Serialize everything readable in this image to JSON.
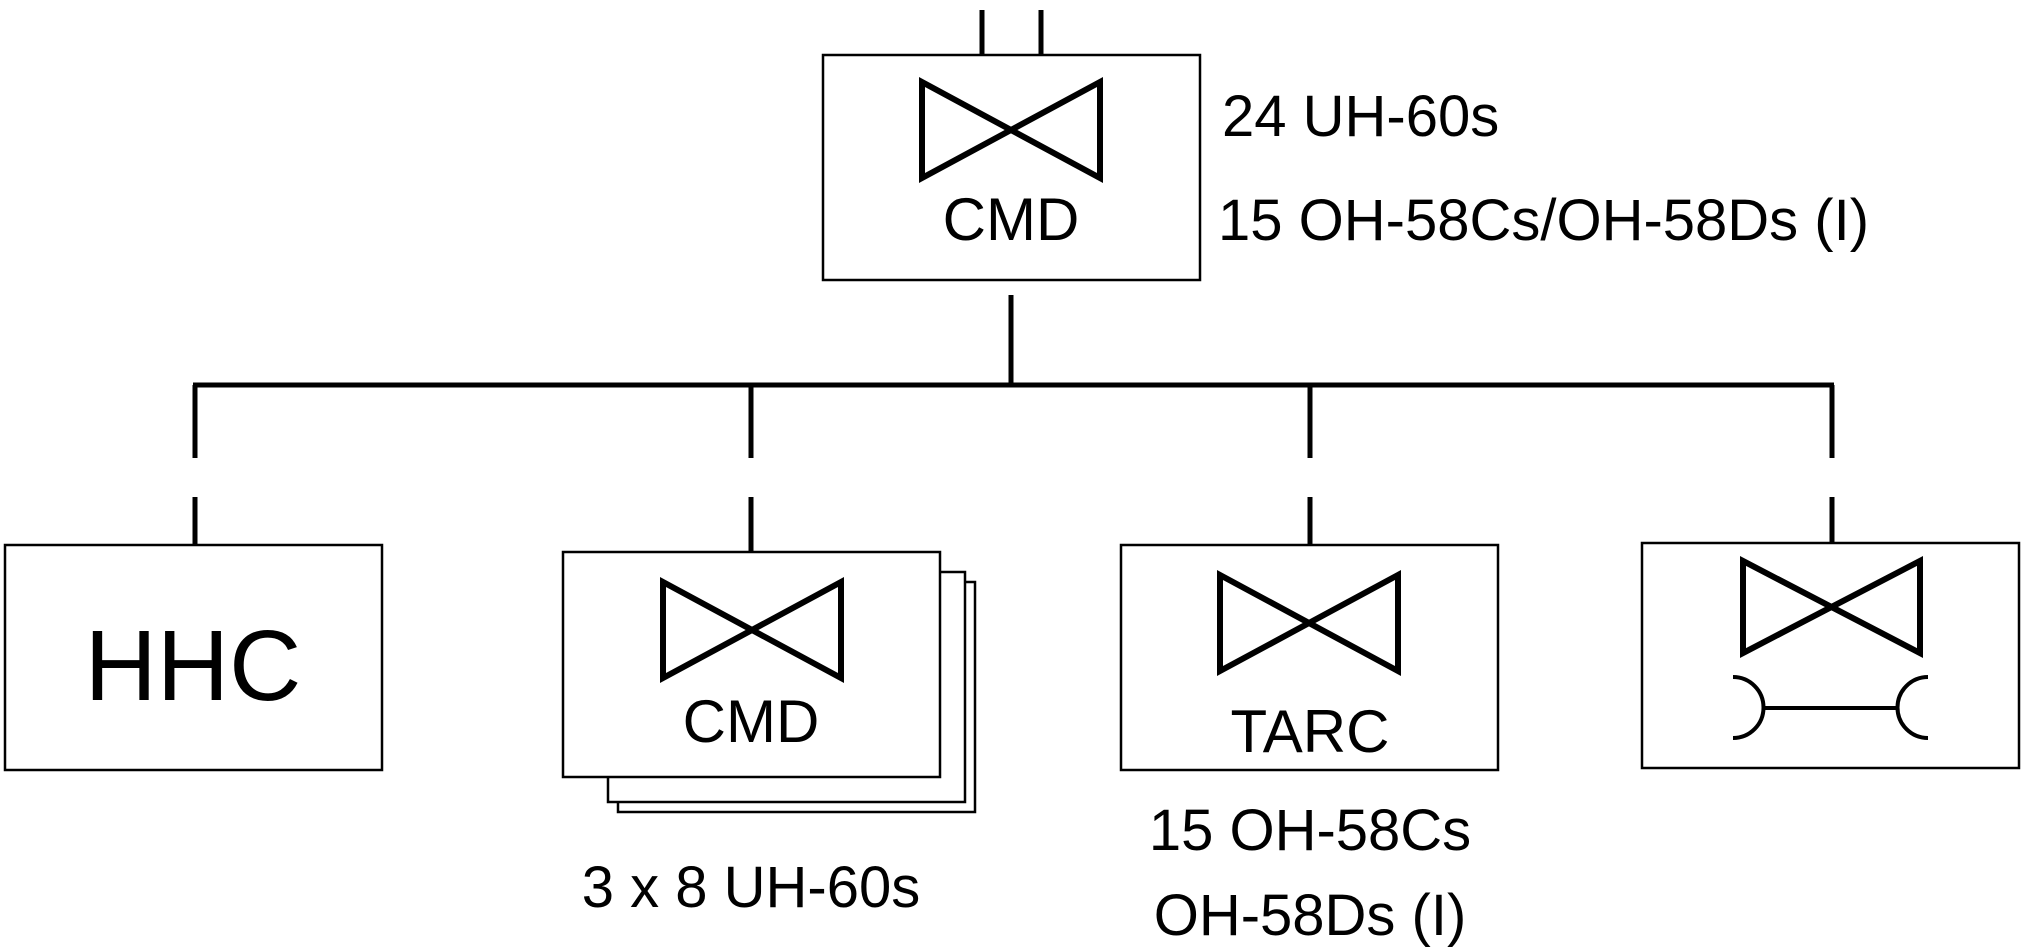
{
  "colors": {
    "stroke": "#000000",
    "background": "#ffffff"
  },
  "top_unit": {
    "label": "CMD",
    "symbol": "aviation-bowtie",
    "notes": [
      "24 UH-60s",
      "15 OH-58Cs/OH-58Ds (I)"
    ]
  },
  "subunits": [
    {
      "label": "HHC",
      "symbol": "none"
    },
    {
      "label": "CMD",
      "symbol": "aviation-bowtie",
      "stacked": 3,
      "notes": [
        "3 x 8 UH-60s"
      ]
    },
    {
      "label": "TARC",
      "symbol": "aviation-bowtie",
      "notes": [
        "15 OH-58Cs",
        "OH-58Ds (I)"
      ]
    },
    {
      "label": "",
      "symbol": "aviation-bowtie-maintenance"
    }
  ]
}
